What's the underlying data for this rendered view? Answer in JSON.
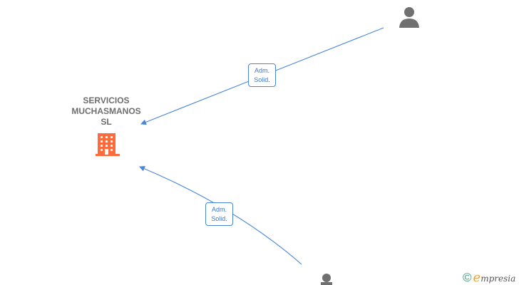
{
  "company": {
    "name_lines": [
      "SERVICIOS",
      "MUCHASMANOS",
      "SL"
    ],
    "icon": "building-icon",
    "color": "#ff6b3d"
  },
  "persons": [
    {
      "icon": "person-icon",
      "color": "#707070"
    },
    {
      "icon": "person-icon",
      "color": "#707070"
    }
  ],
  "edges": [
    {
      "label_line1": "Adm.",
      "label_line2": "Solid."
    },
    {
      "label_line1": "Adm.",
      "label_line2": "Solid."
    }
  ],
  "colors": {
    "edge": "#4a86d8"
  },
  "watermark": {
    "copyright": "©",
    "brand_e": "e",
    "brand_rest": "mpresia"
  }
}
